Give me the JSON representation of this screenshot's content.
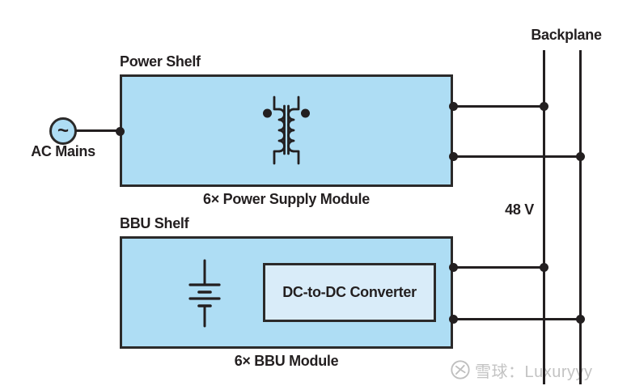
{
  "labels": {
    "backplane": "Backplane",
    "voltage": "48 V"
  },
  "ac_mains": {
    "symbol": "~",
    "label": "AC Mains"
  },
  "power_shelf": {
    "title": "Power Shelf",
    "caption": "6× Power Supply Module"
  },
  "bbu_shelf": {
    "title": "BBU Shelf",
    "converter_label": "DC-to-DC Converter",
    "caption": "6× BBU Module"
  },
  "icons": {
    "transformer": "transformer-icon",
    "battery": "battery-icon",
    "ac_source": "ac-source-icon",
    "watermark_logo": "xueqiu-logo-icon"
  },
  "colors": {
    "shelf_fill": "#aeddf4",
    "converter_fill": "#d9ecf9",
    "line": "#231f20",
    "watermark": "#c3c3c3"
  },
  "watermark": {
    "text": "雪球：Luxuryyy"
  }
}
